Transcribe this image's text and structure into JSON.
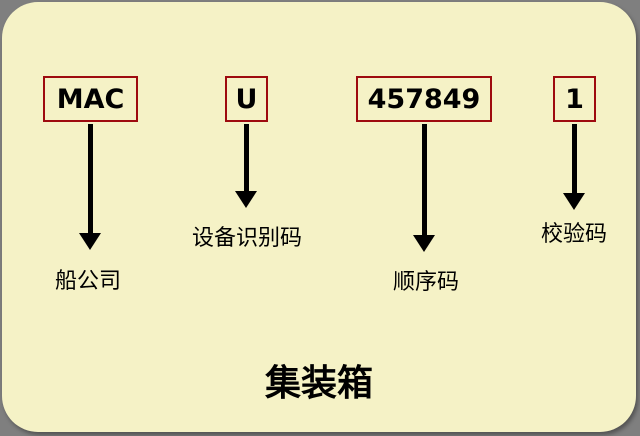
{
  "diagram": {
    "title": "集装箱",
    "segments": [
      {
        "code": "MAC",
        "label": "船公司"
      },
      {
        "code": "U",
        "label": "设备识别码"
      },
      {
        "code": "457849",
        "label": "顺序码"
      },
      {
        "code": "1",
        "label": "校验码"
      }
    ],
    "colors": {
      "outer_background": "#7f7f7f",
      "panel_background": "#f5f2c6",
      "box_border": "#9e0b0f",
      "arrow": "#000000",
      "text": "#000000"
    }
  }
}
